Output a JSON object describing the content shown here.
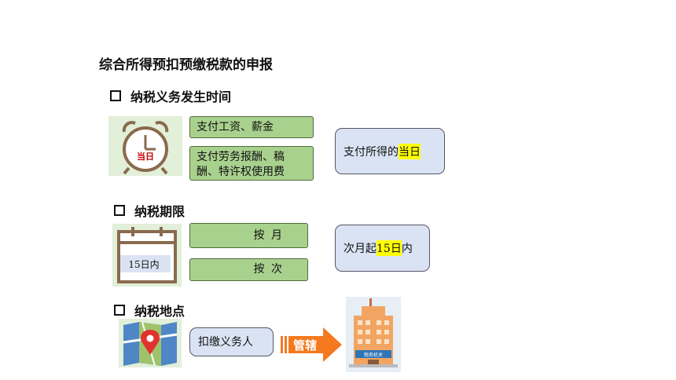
{
  "title": "综合所得预扣预缴税款的申报",
  "sections": [
    {
      "label": "纳税义务发生时间"
    },
    {
      "label": "纳税期限"
    },
    {
      "label": "纳税地点"
    }
  ],
  "time": {
    "clock_label": "当日",
    "box1": "支付工资、薪金",
    "box2_line1": "支付劳务报酬、稿",
    "box2_line2": "酬、特许权使用费",
    "result_prefix": "支付所得的",
    "result_highlight": "当日"
  },
  "period": {
    "calendar_label": "15日内",
    "box1": "按  月",
    "box2": "按  次",
    "result_prefix": "次月起",
    "result_highlight": "15日",
    "result_suffix": "内"
  },
  "place": {
    "box": "扣缴义务人",
    "arrow_label": "管辖",
    "building_label": "税务机关"
  },
  "colors": {
    "green_box": "#a9d18e",
    "blue_box": "#dae3f3",
    "highlight": "#ffff00",
    "arrow": "#f4791f",
    "clock": "#8a6a4e"
  }
}
